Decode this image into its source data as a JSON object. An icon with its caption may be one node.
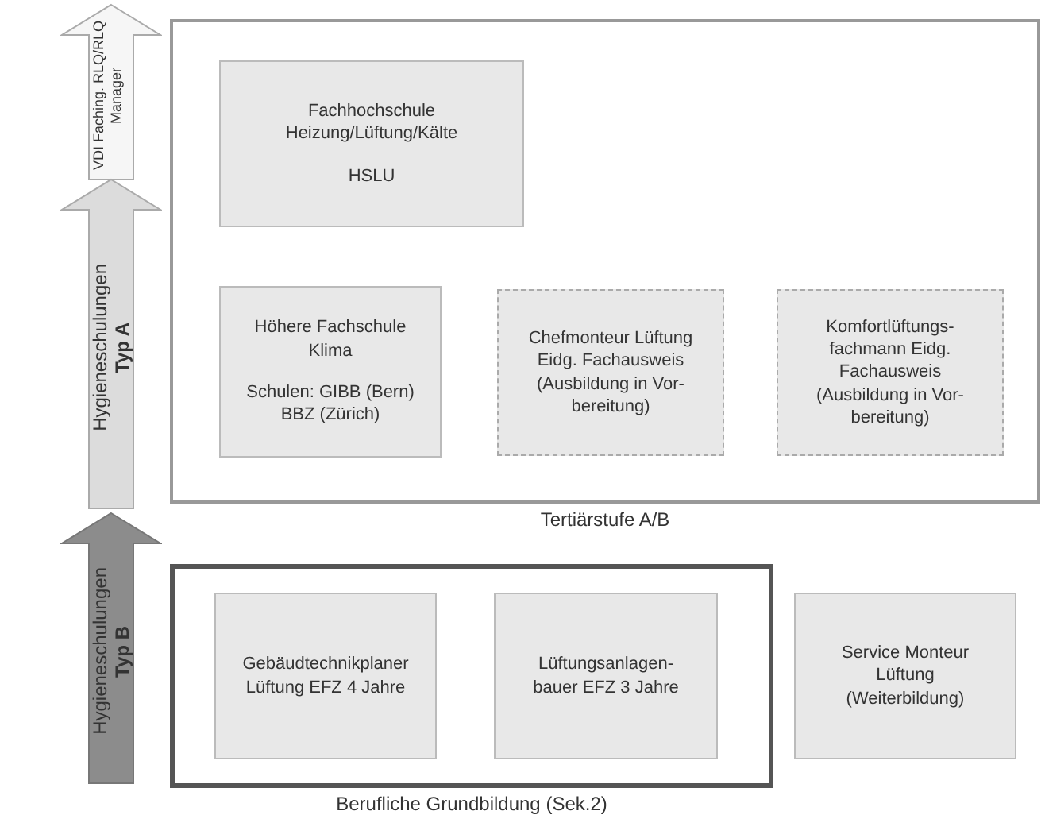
{
  "diagram": {
    "nodes": [
      {
        "text": [
          "VDI Faching. RLQ/RLQ Manager"
        ]
      },
      {
        "text": [
          "Hygieneschulungen",
          "Typ A"
        ]
      },
      {
        "text": [
          "Hygieneschulungen",
          "Typ B"
        ]
      },
      {
        "text": [
          "Tertiärstufe A/B"
        ]
      },
      {
        "text": [
          "Fachhochschule Heizung/Lüftung/Kälte",
          "HSLU"
        ],
        "in": 3
      },
      {
        "text": [
          "Höhere Fachschule Klima",
          "Schulen: GIBB (Bern) BBZ (Zürich)"
        ],
        "in": 3
      },
      {
        "text": [
          "Chefmonteur Lüftung Eidg. Fachausweis (Ausbildung in Vor- bereitung)"
        ],
        "in": 3
      },
      {
        "text": [
          "Komfortlüftungs- fachmann Eidg. Fachausweis (Ausbildung in Vor- bereitung)"
        ],
        "in": 3
      },
      {
        "text": [
          "Berufliche Grundbildung (Sek.2)"
        ]
      },
      {
        "text": [
          "Gebäudtechnikplaner Lüftung EFZ 4 Jahre"
        ],
        "in": 8
      },
      {
        "text": [
          "Lüftungsanlagen- bauer EFZ 3 Jahre"
        ],
        "in": 8
      },
      {
        "text": [
          "Service Monteur Lüftung (Weiterbildung)"
        ]
      }
    ],
    "edges": []
  }
}
